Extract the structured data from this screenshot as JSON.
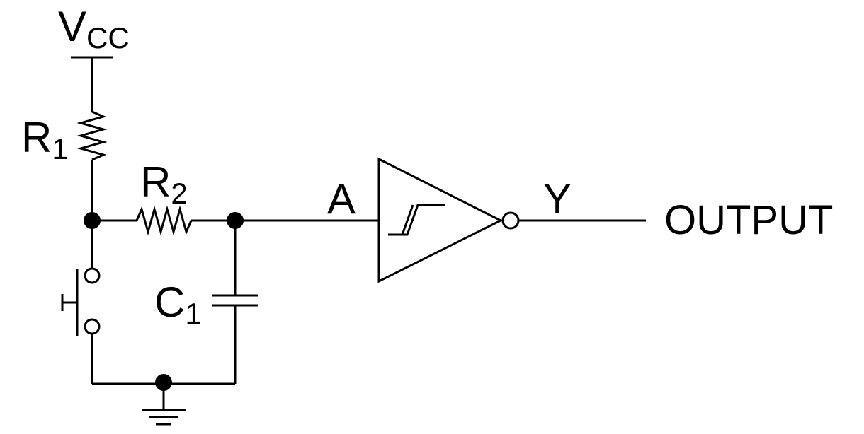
{
  "schematic": {
    "supply": {
      "main": "V",
      "sub": "CC"
    },
    "r1": {
      "main": "R",
      "sub": "1"
    },
    "r2": {
      "main": "R",
      "sub": "2"
    },
    "c1": {
      "main": "C",
      "sub": "1"
    },
    "input_pin": "A",
    "output_pin": "Y",
    "output_label": "OUTPUT"
  },
  "colors": {
    "ink": "#000000",
    "background": "#ffffff"
  }
}
